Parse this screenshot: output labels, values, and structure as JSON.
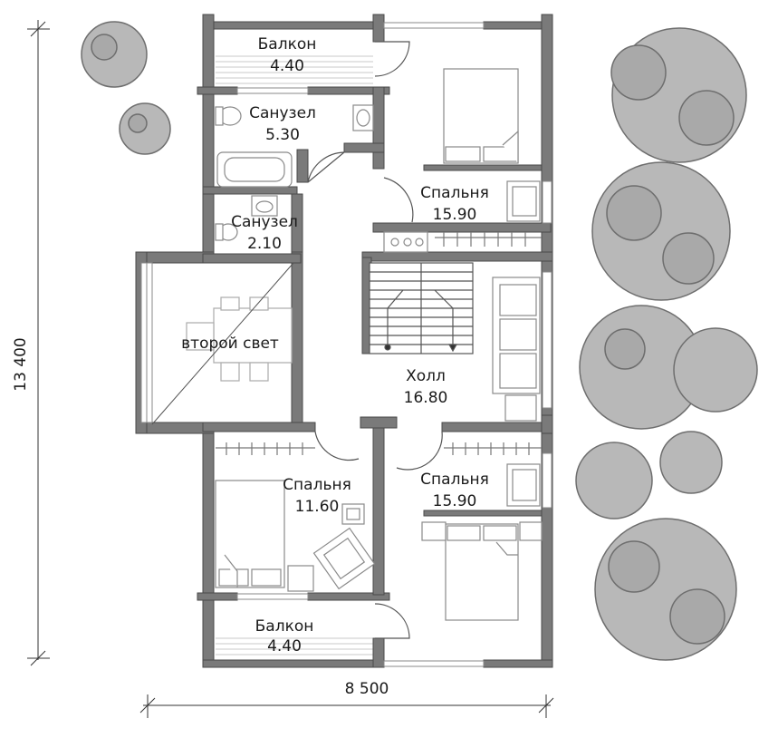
{
  "dimensions": {
    "width_label": "8 500",
    "height_label": "13 400"
  },
  "rooms": {
    "balcony_top": {
      "name": "Балкон",
      "area": "4.40"
    },
    "bath_1": {
      "name": "Санузел",
      "area": "5.30"
    },
    "bath_2": {
      "name": "Санузел",
      "area": "2.10"
    },
    "bedroom_ne": {
      "name": "Спальня",
      "area": "15.90"
    },
    "second_light": {
      "name": "второй свет"
    },
    "hall": {
      "name": "Холл",
      "area": "16.80"
    },
    "bedroom_sw": {
      "name": "Спальня",
      "area": "11.60"
    },
    "bedroom_se": {
      "name": "Спальня",
      "area": "15.90"
    },
    "balcony_bottom": {
      "name": "Балкон",
      "area": "4.40"
    }
  },
  "colors": {
    "wall": "#7a7a7a",
    "wall_dark": "#555555",
    "furniture_fill": "#ffffff",
    "furniture_stroke": "#8a8a8a",
    "tree_fill": "#b5b5b5",
    "tree_stroke": "#6e6e6e"
  }
}
